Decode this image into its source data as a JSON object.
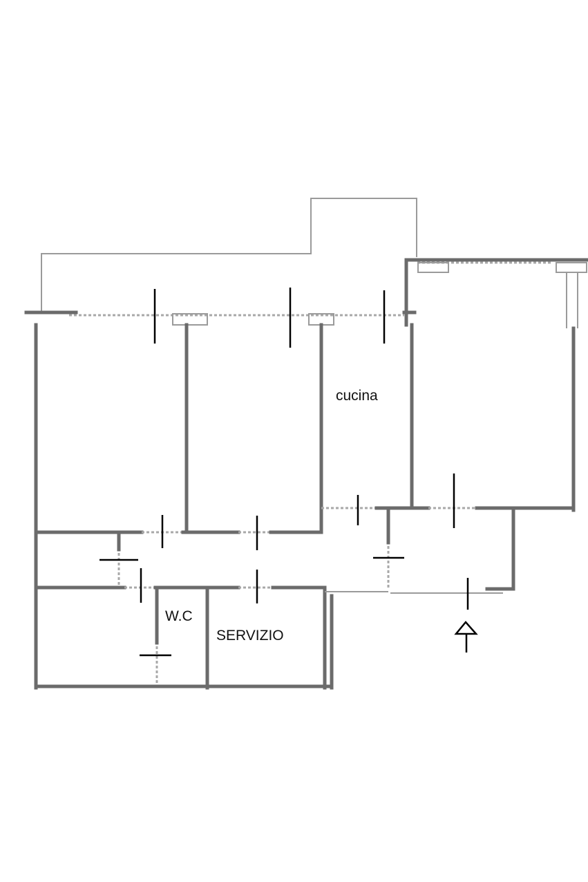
{
  "diagram": {
    "type": "floor-plan",
    "colors": {
      "wall": "#6b6b6b",
      "marks": "#000000",
      "background": "#ffffff"
    },
    "labels": {
      "kitchen": "cucina",
      "wc": "W.C",
      "service": "SERVIZIO"
    },
    "icons": {
      "entrance": "up-arrow-icon"
    }
  }
}
